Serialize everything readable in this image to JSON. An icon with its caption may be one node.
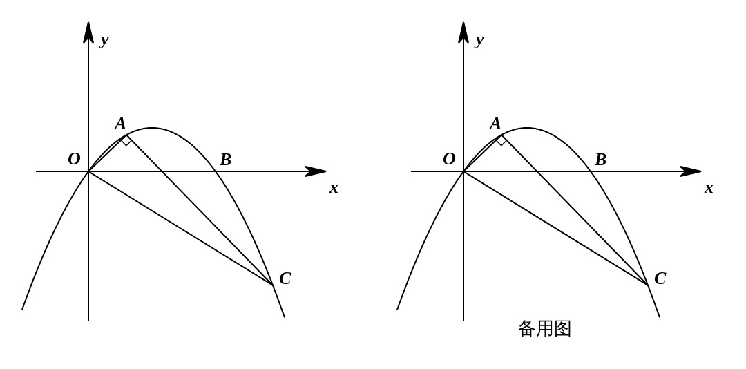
{
  "diagram": {
    "labels": [
      "y",
      "A",
      "O",
      "B",
      "x",
      "C",
      "y",
      "A",
      "O",
      "B",
      "x",
      "C",
      "备用图"
    ]
  }
}
